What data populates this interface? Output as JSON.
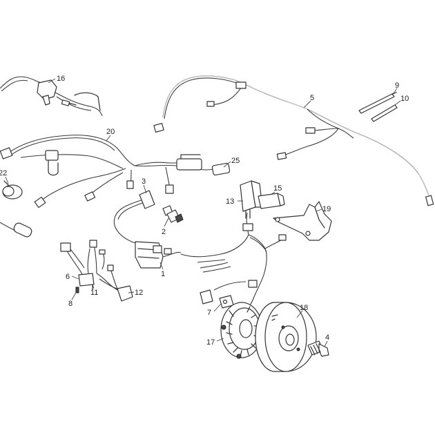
{
  "callouts": [
    {
      "id": "c1",
      "label": "1"
    },
    {
      "id": "c2",
      "label": "2"
    },
    {
      "id": "c3",
      "label": "3"
    },
    {
      "id": "c4",
      "label": "4"
    },
    {
      "id": "c5",
      "label": "5"
    },
    {
      "id": "c6",
      "label": "6"
    },
    {
      "id": "c7",
      "label": "7"
    },
    {
      "id": "c8",
      "label": "8"
    },
    {
      "id": "c9",
      "label": "9"
    },
    {
      "id": "c10",
      "label": "10"
    },
    {
      "id": "c11",
      "label": "11"
    },
    {
      "id": "c12",
      "label": "12"
    },
    {
      "id": "c13",
      "label": "13"
    },
    {
      "id": "c15",
      "label": "15"
    },
    {
      "id": "c16",
      "label": "16"
    },
    {
      "id": "c17",
      "label": "17"
    },
    {
      "id": "c18",
      "label": "18"
    },
    {
      "id": "c19",
      "label": "19"
    },
    {
      "id": "c20",
      "label": "20"
    },
    {
      "id": "c22",
      "label": "22"
    },
    {
      "id": "c25",
      "label": "25"
    }
  ]
}
